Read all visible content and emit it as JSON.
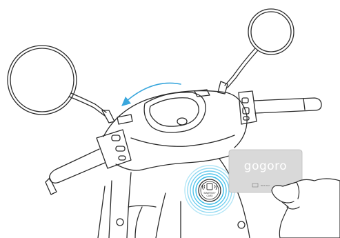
{
  "card": {
    "brand": "gogoro",
    "chip_text": "RFID KEY"
  },
  "scanner": {
    "label_line1": "SMARTKEY",
    "label_line2": "CARD"
  },
  "colors": {
    "line": "#2b2b2b",
    "nfc_wave": "#29b6e6",
    "arrow": "#3aa7dd",
    "card": "#d9d9d9"
  },
  "icons": [
    "nfc-card-icon",
    "rotate-arrow-icon"
  ]
}
